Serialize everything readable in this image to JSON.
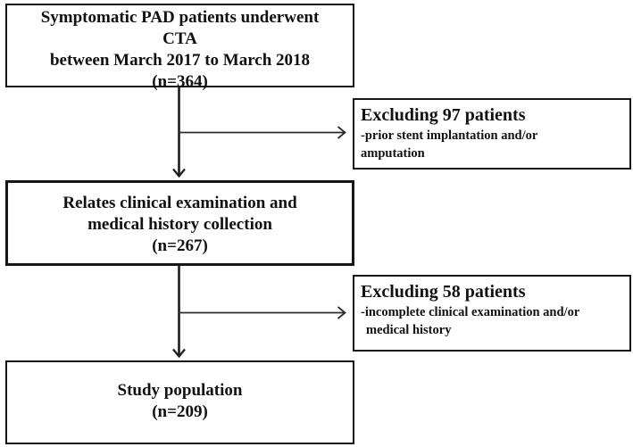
{
  "diagram": {
    "type": "flowchart",
    "boxes": {
      "cta": {
        "lines": [
          "Symptomatic PAD patients underwent",
          "CTA",
          "between March 2017 to March 2018",
          "(n=364)"
        ]
      },
      "clinical": {
        "lines": [
          "Relates clinical examination and",
          "medical history collection",
          "(n=267)"
        ]
      },
      "study": {
        "lines": [
          "Study population",
          "(n=209)"
        ]
      },
      "exclusion1": {
        "title": "Excluding 97 patients",
        "details": [
          "-prior stent implantation and/or",
          "amputation"
        ]
      },
      "exclusion2": {
        "title": "Excluding 58 patients",
        "details": [
          "-incomplete clinical examination and/or",
          "medical history"
        ]
      }
    },
    "counts": {
      "initial": 364,
      "excluded_first": 97,
      "after_first_exclusion": 267,
      "excluded_second": 58,
      "final_population": 209
    },
    "colors": {
      "background": "#ffffff",
      "border": "#161616",
      "text": "#111111",
      "connector": "#222222"
    }
  }
}
